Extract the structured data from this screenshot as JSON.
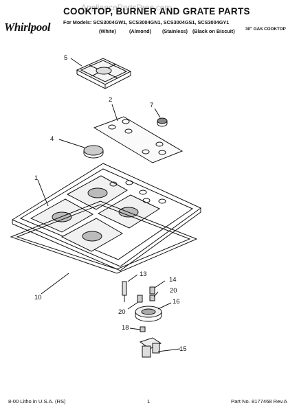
{
  "header": {
    "title": "COOKTOP, BURNER AND GRATE PARTS",
    "watermark": "AppliancePartsPros.com",
    "brand": "Whirlpool",
    "models_line": "For Models: SCS3004GW1, SCS3004GN1, SCS3004GS1, SCS3004GY1",
    "finishes": [
      "(White)",
      "(Almond)",
      "(Stainless)",
      "(Black on Biscuit)"
    ],
    "product": "30\" GAS COOKTOP"
  },
  "callouts": {
    "c1": "1",
    "c2": "2",
    "c4": "4",
    "c5": "5",
    "c7": "7",
    "c10": "10",
    "c13": "13",
    "c14": "14",
    "c15": "15",
    "c16": "16",
    "c18": "18",
    "c20a": "20",
    "c20b": "20"
  },
  "footer": {
    "litho": "8-00 Litho in U.S.A. (RS)",
    "page": "1",
    "part_no": "Part No. 8177468 Rev.A"
  }
}
